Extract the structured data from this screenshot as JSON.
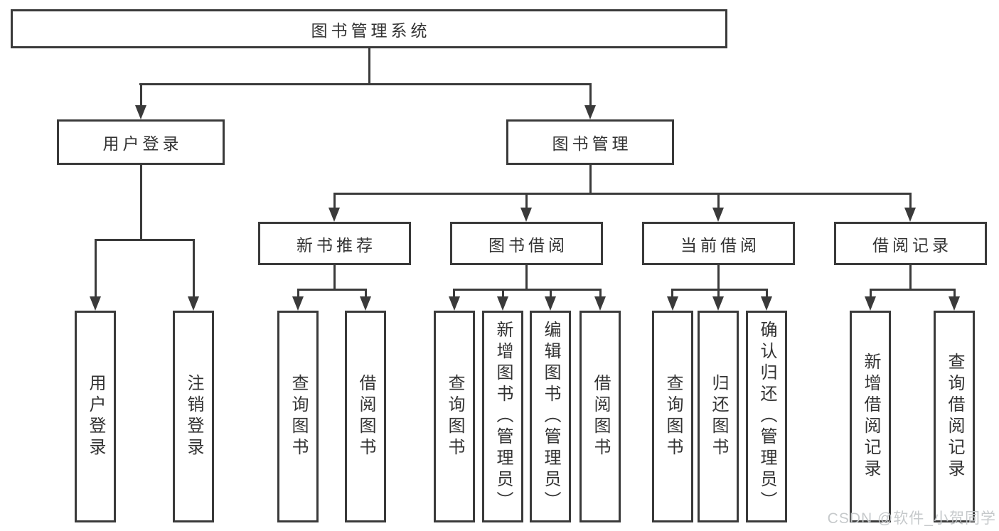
{
  "tree": {
    "root": "图书管理系统",
    "children": [
      {
        "label": "用户登录",
        "children": [
          "用户登录",
          "注销登录"
        ]
      },
      {
        "label": "图书管理",
        "children": [
          {
            "label": "新书推荐",
            "children": [
              "查询图书",
              "借阅图书"
            ]
          },
          {
            "label": "图书借阅",
            "children": [
              "查询图书",
              "新增图书（管理员）",
              "编辑图书（管理员）",
              "借阅图书"
            ]
          },
          {
            "label": "当前借阅",
            "children": [
              "查询图书",
              "归还图书",
              "确认归还（管理员）"
            ]
          },
          {
            "label": "借阅记录",
            "children": [
              "新增借阅记录",
              "查询借阅记录"
            ]
          }
        ]
      }
    ]
  },
  "watermark": {
    "text": "CSDN @软件_小贺同学"
  },
  "colors": {
    "line": "#3a3a3a",
    "text": "#333333",
    "box_background": "#ffffff",
    "watermark": "#c3c7c9",
    "page_background": "#ffffff"
  }
}
